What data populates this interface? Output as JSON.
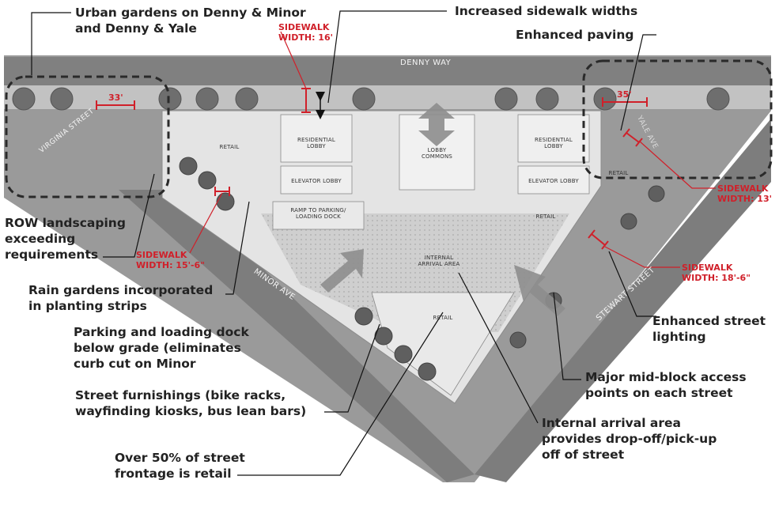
{
  "callouts": {
    "urban_gardens": "Urban gardens on Denny & Minor\nand Denny & Yale",
    "sidewalk_widths": "Increased sidewalk widths",
    "enhanced_paving": "Enhanced paving",
    "row_landscaping": "ROW landscaping\nexceeding\nrequirements",
    "rain_gardens": "Rain gardens incorporated\nin planting strips",
    "parking_loading": "Parking and loading dock\nbelow grade (eliminates\ncurb cut on Minor",
    "street_furnishings": "Street furnishings (bike racks,\nwayfinding kiosks, bus lean bars)",
    "retail_frontage": "Over 50% of street\nfrontage is retail",
    "street_lighting": "Enhanced street\nlighting",
    "access_points": "Major mid-block access\npoints on each street",
    "arrival_area": "Internal arrival area\nprovides drop-off/pick-up\noff of street"
  },
  "sidewalk_labels": {
    "denny": "SIDEWALK\nWIDTH: 16'",
    "yale": "SIDEWALK\nWIDTH: 13'",
    "minor": "SIDEWALK\nWIDTH: 15'-6\"",
    "stewart": "SIDEWALK\nWIDTH: 18'-6\""
  },
  "dimensions": {
    "left_garden": "33'",
    "right_garden": "35'"
  },
  "streets": {
    "denny": "DENNY WAY",
    "virginia": "VIRGINIA STREET",
    "yale": "YALE AVE",
    "minor": "MINOR AVE",
    "stewart": "STEWART STREET"
  },
  "plan_labels": {
    "retail_nw": "RETAIL",
    "residential_lobby_left": "RESIDENTIAL\nLOBBY",
    "elevator_lobby_left": "ELEVATOR LOBBY",
    "lobby_commons": "LOBBY\nCOMMONS",
    "residential_lobby_right": "RESIDENTIAL\nLOBBY",
    "elevator_lobby_right": "ELEVATOR LOBBY",
    "ramp": "RAMP TO PARKING/\nLOADING DOCK",
    "retail_east": "RETAIL",
    "retail_ne": "RETAIL",
    "internal_arrival": "INTERNAL\nARRIVAL AREA",
    "retail_south": "RETAIL"
  },
  "colors": {
    "text": "#222222",
    "accent_red": "#d0202a",
    "road": "#8a8a8a",
    "sidewalk": "#c9c9c9",
    "building": "#e6e6e6"
  }
}
